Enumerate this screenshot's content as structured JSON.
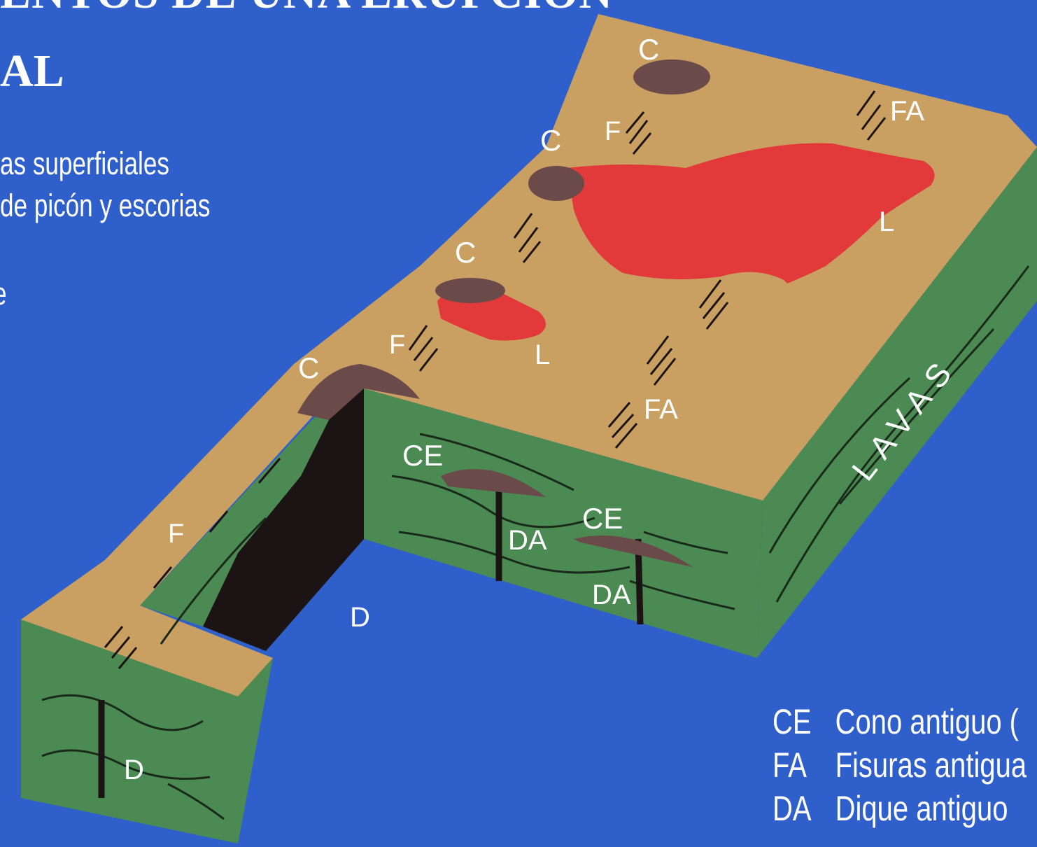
{
  "title": {
    "line1": "ENTOS DE UNA ERUPCION",
    "line2": "AL"
  },
  "partial_legend": {
    "line1": "as superficiales",
    "line2": "de picón y escorias",
    "line3": "e"
  },
  "diagram_labels": {
    "cone": "C",
    "fissure": "F",
    "lava": "L",
    "old_fissure": "FA",
    "old_cone": "CE",
    "old_dike": "DA",
    "dike": "D",
    "lavas_side": "LAVAS"
  },
  "bottom_legend": [
    {
      "abbr": "CE",
      "text": "Cono antiguo ("
    },
    {
      "abbr": "FA",
      "text": "Fisuras antigua"
    },
    {
      "abbr": "DA",
      "text": "Dique antiguo"
    }
  ],
  "colors": {
    "background": "#2f5fcb",
    "surface": "#c9a062",
    "strata": "#4b8a52",
    "lava": "#e23a3a",
    "cone": "#6b4a4a",
    "dike": "#1c1414"
  }
}
